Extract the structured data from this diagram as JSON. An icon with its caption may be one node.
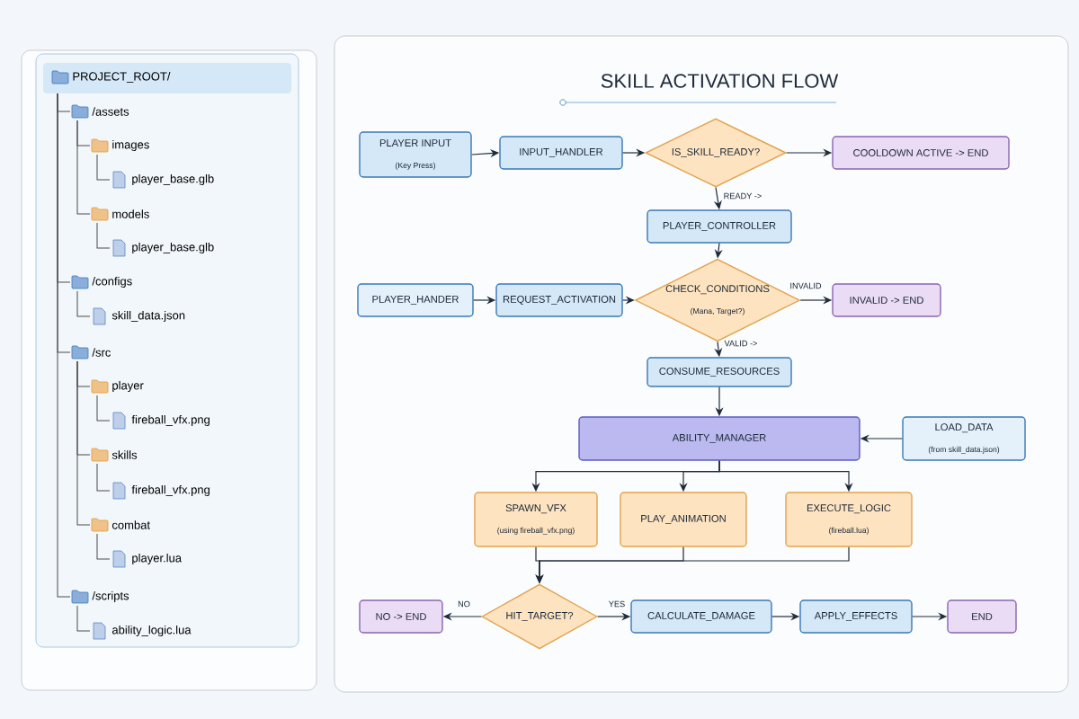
{
  "diagram": {
    "title": "SKILL ACTIVATION FLOW",
    "nodes": [
      {
        "text": [
          "PLAYER INPUT",
          "(Key Press)"
        ]
      },
      {
        "text": [
          "INPUT_HANDLER"
        ]
      },
      {
        "text": [
          "IS_SKILL_READY?"
        ]
      },
      {
        "text": [
          "COOLDOWN ACTIVE -> END"
        ]
      },
      {
        "text": [
          "PLAYER_CONTROLLER"
        ]
      },
      {
        "text": [
          "PLAYER_HANDER"
        ]
      },
      {
        "text": [
          "REQUEST_ACTIVATION"
        ]
      },
      {
        "text": [
          "CHECK_CONDITIONS",
          "(Mana, Target?)"
        ]
      },
      {
        "text": [
          "INVALID -> END"
        ]
      },
      {
        "text": [
          "CONSUME_RESOURCES"
        ]
      },
      {
        "text": [
          "ABILITY_MANAGER"
        ]
      },
      {
        "text": [
          "LOAD_DATA",
          "(from skill_data.json)"
        ]
      },
      {
        "text": [
          "SPAWN_VFX",
          "(using fireball_vfx.png)"
        ]
      },
      {
        "text": [
          "PLAY_ANIMATION"
        ]
      },
      {
        "text": [
          "EXECUTE_LOGIC",
          "(fireball.lua)"
        ]
      },
      {
        "text": [
          "HIT_TARGET?"
        ]
      },
      {
        "text": [
          "NO -> END"
        ]
      },
      {
        "text": [
          "CALCULATE_DAMAGE"
        ]
      },
      {
        "text": [
          "APPLY_EFFECTS"
        ]
      },
      {
        "text": [
          "END"
        ]
      }
    ],
    "edges": [
      {
        "from": 0,
        "to": 1,
        "arrow": "to"
      },
      {
        "from": 1,
        "to": 2,
        "arrow": "to"
      },
      {
        "from": 2,
        "to": 3,
        "arrow": "to"
      },
      {
        "from": 2,
        "to": 4,
        "arrow": "to",
        "label": "READY ->"
      },
      {
        "from": 4,
        "to": 7,
        "arrow": "to"
      },
      {
        "from": 5,
        "to": 6,
        "arrow": "to"
      },
      {
        "from": 6,
        "to": 7,
        "arrow": "to"
      },
      {
        "from": 7,
        "to": 8,
        "arrow": "to",
        "label": "INVALID"
      },
      {
        "from": 7,
        "to": 9,
        "arrow": "to",
        "label": "VALID ->"
      },
      {
        "from": 9,
        "to": 10,
        "arrow": "to"
      },
      {
        "from": 11,
        "to": 10,
        "arrow": "to"
      },
      {
        "from": 10,
        "to": 12,
        "arrow": "to"
      },
      {
        "from": 10,
        "to": 13,
        "arrow": "to"
      },
      {
        "from": 10,
        "to": 14,
        "arrow": "to"
      },
      {
        "from": 12,
        "to": 15,
        "arrow": "to"
      },
      {
        "from": 13,
        "to": 15,
        "arrow": "to"
      },
      {
        "from": 14,
        "to": 15,
        "arrow": "to"
      },
      {
        "from": 15,
        "to": 16,
        "arrow": "to",
        "label": "NO"
      },
      {
        "from": 15,
        "to": 17,
        "arrow": "to",
        "label": "YES"
      },
      {
        "from": 17,
        "to": 18,
        "arrow": "to"
      },
      {
        "from": 18,
        "to": 19,
        "arrow": "to"
      }
    ],
    "labels": [
      "PROJECT_ROOT/",
      "/assets",
      "images",
      "player_base.glb",
      "models",
      "player_base.glb",
      "/configs",
      "skill_data.json",
      "/src",
      "player",
      "fireball_vfx.png",
      "skills",
      "fireball_vfx.png",
      "combat",
      "player.lua",
      "/scripts",
      "ability_logic.lua"
    ]
  }
}
